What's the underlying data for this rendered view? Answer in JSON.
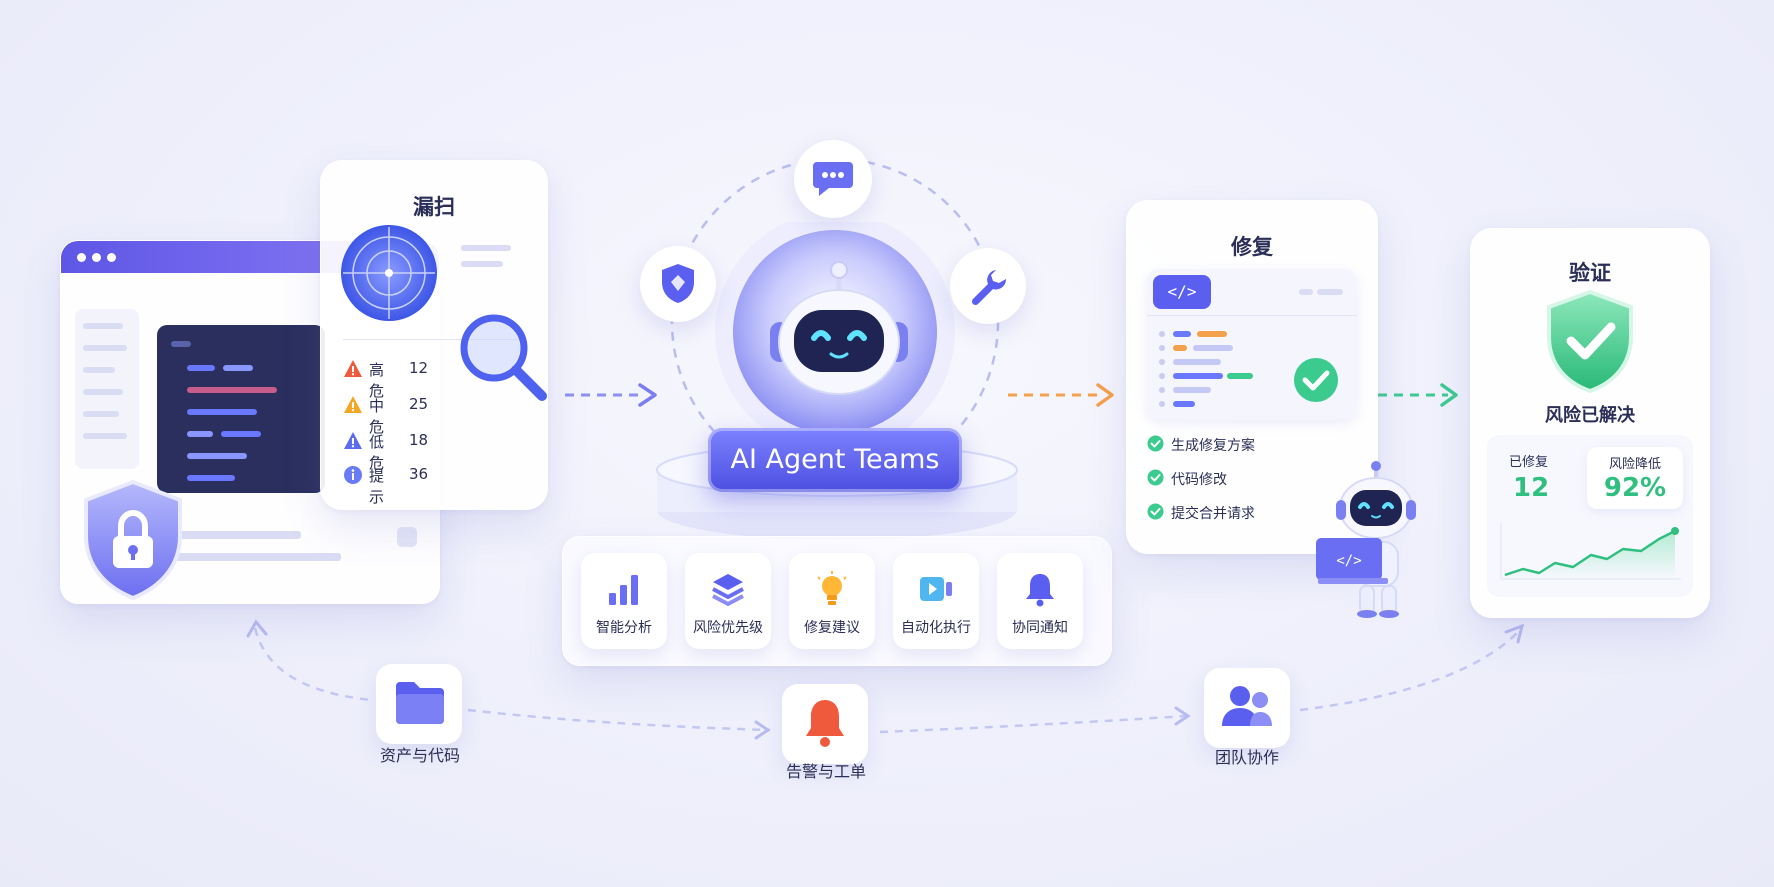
{
  "scan": {
    "title": "漏扫",
    "severities": [
      {
        "name": "高危",
        "count": "12",
        "color": "#f05a3c"
      },
      {
        "name": "中危",
        "count": "25",
        "color": "#f5a623"
      },
      {
        "name": "低危",
        "count": "18",
        "color": "#5b6cf0"
      },
      {
        "name": "提示",
        "count": "36",
        "color": "#6a7cf5"
      }
    ]
  },
  "center": {
    "label": "AI Agent Teams",
    "capabilities": [
      "智能分析",
      "风险优先级",
      "修复建议",
      "自动化执行",
      "协同通知"
    ]
  },
  "fix": {
    "title": "修复",
    "code_tag": "</>",
    "steps": [
      "生成修复方案",
      "代码修改",
      "提交合并请求"
    ]
  },
  "verify": {
    "title": "验证",
    "status": "风险已解决",
    "fixed_label": "已修复",
    "fixed_value": "12",
    "reduce_label": "风险降低",
    "reduce_value": "92%"
  },
  "bottom_nodes": {
    "assets": "资产与代码",
    "alerts": "告警与工单",
    "team": "团队协作"
  },
  "colors": {
    "primary": "#5b5ff0",
    "orange": "#f5a04a",
    "green": "#3ccb8f",
    "red": "#f05a3c"
  }
}
